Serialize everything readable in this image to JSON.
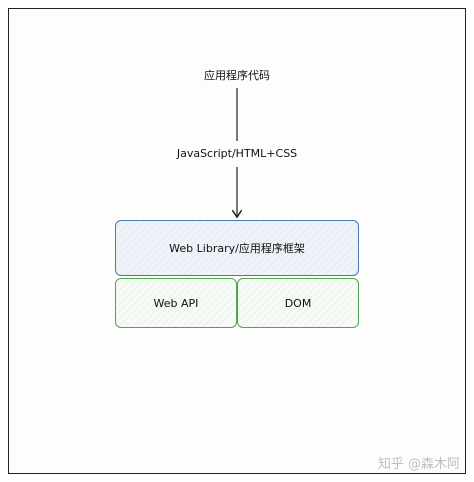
{
  "diagram": {
    "source_label": "应用程序代码",
    "arrow_label": "JavaScript/HTML+CSS",
    "framework_box": "Web Library/应用程序框架",
    "left_box": "Web API",
    "right_box": "DOM"
  },
  "watermark": "知乎 @森木阿",
  "colors": {
    "framework_border": "#4a78b5",
    "bottom_border": "#4fa64b",
    "arrow": "#222222"
  }
}
